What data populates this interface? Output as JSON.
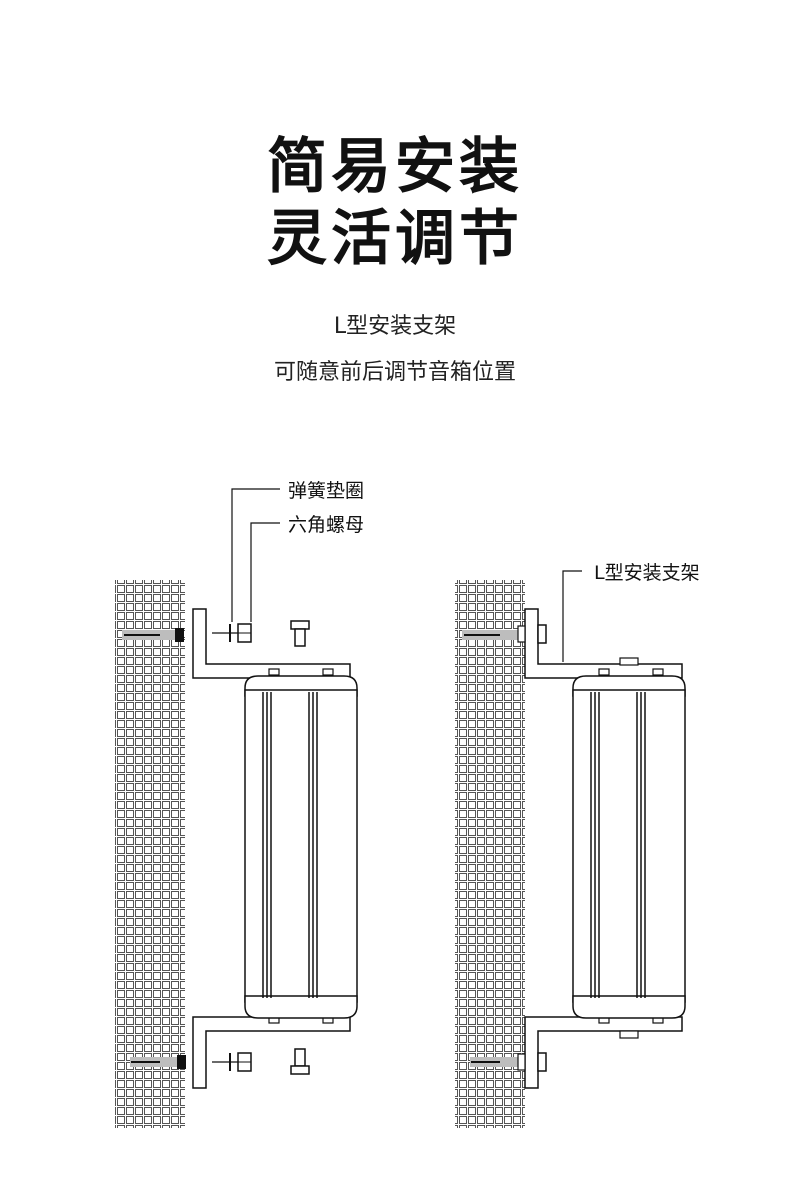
{
  "heading": {
    "line1": "简易安装",
    "line2": "灵活调节"
  },
  "subheading": {
    "line1": "L型安装支架",
    "line2": "可随意前后调节音箱位置"
  },
  "diagram": {
    "left_labels": {
      "spring_washer": "弹簧垫圈",
      "hex_nut": "六角螺母"
    },
    "right_labels": {
      "bracket": "L型安装支架"
    }
  }
}
